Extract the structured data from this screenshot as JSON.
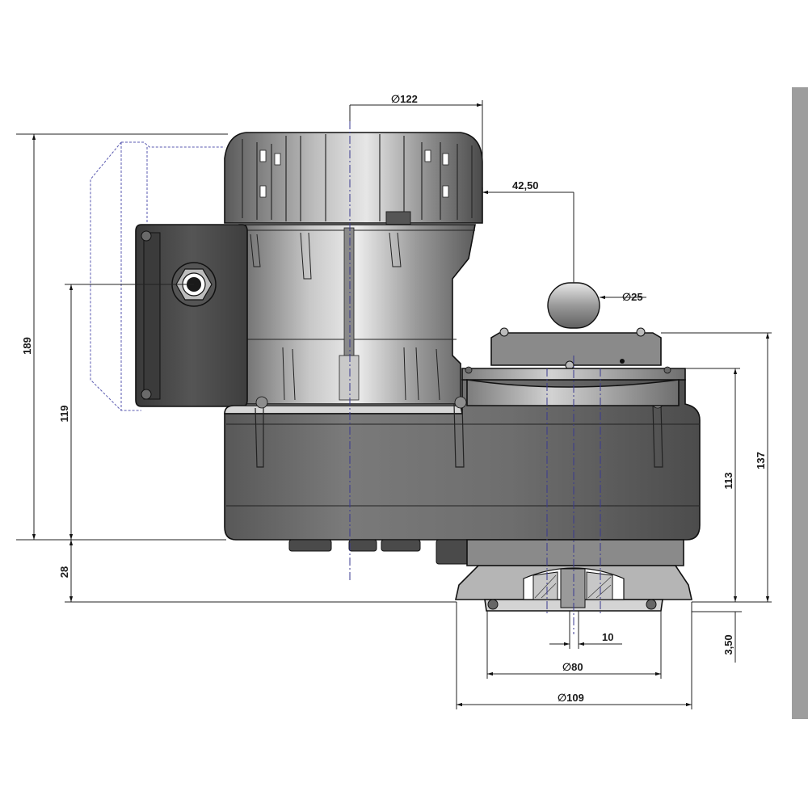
{
  "drawing": {
    "dimensions": {
      "dia_top": "122",
      "offset_spigot": "42,50",
      "dia_spigot": "25",
      "height_total": "189",
      "height_cable_entry": "119",
      "height_base": "28",
      "height_gear": "137",
      "height_flange": "113",
      "flange_thickness": "3,50",
      "shaft_width": "10",
      "dia_pilot": "80",
      "dia_flange": "109"
    },
    "symbols": {
      "diameter": "∅"
    },
    "colors": {
      "dark_housing": "#4d4d4d",
      "mid_housing": "#6f6f6f",
      "light_housing": "#a9a9a9",
      "right_border": "#9d9d9d"
    }
  }
}
